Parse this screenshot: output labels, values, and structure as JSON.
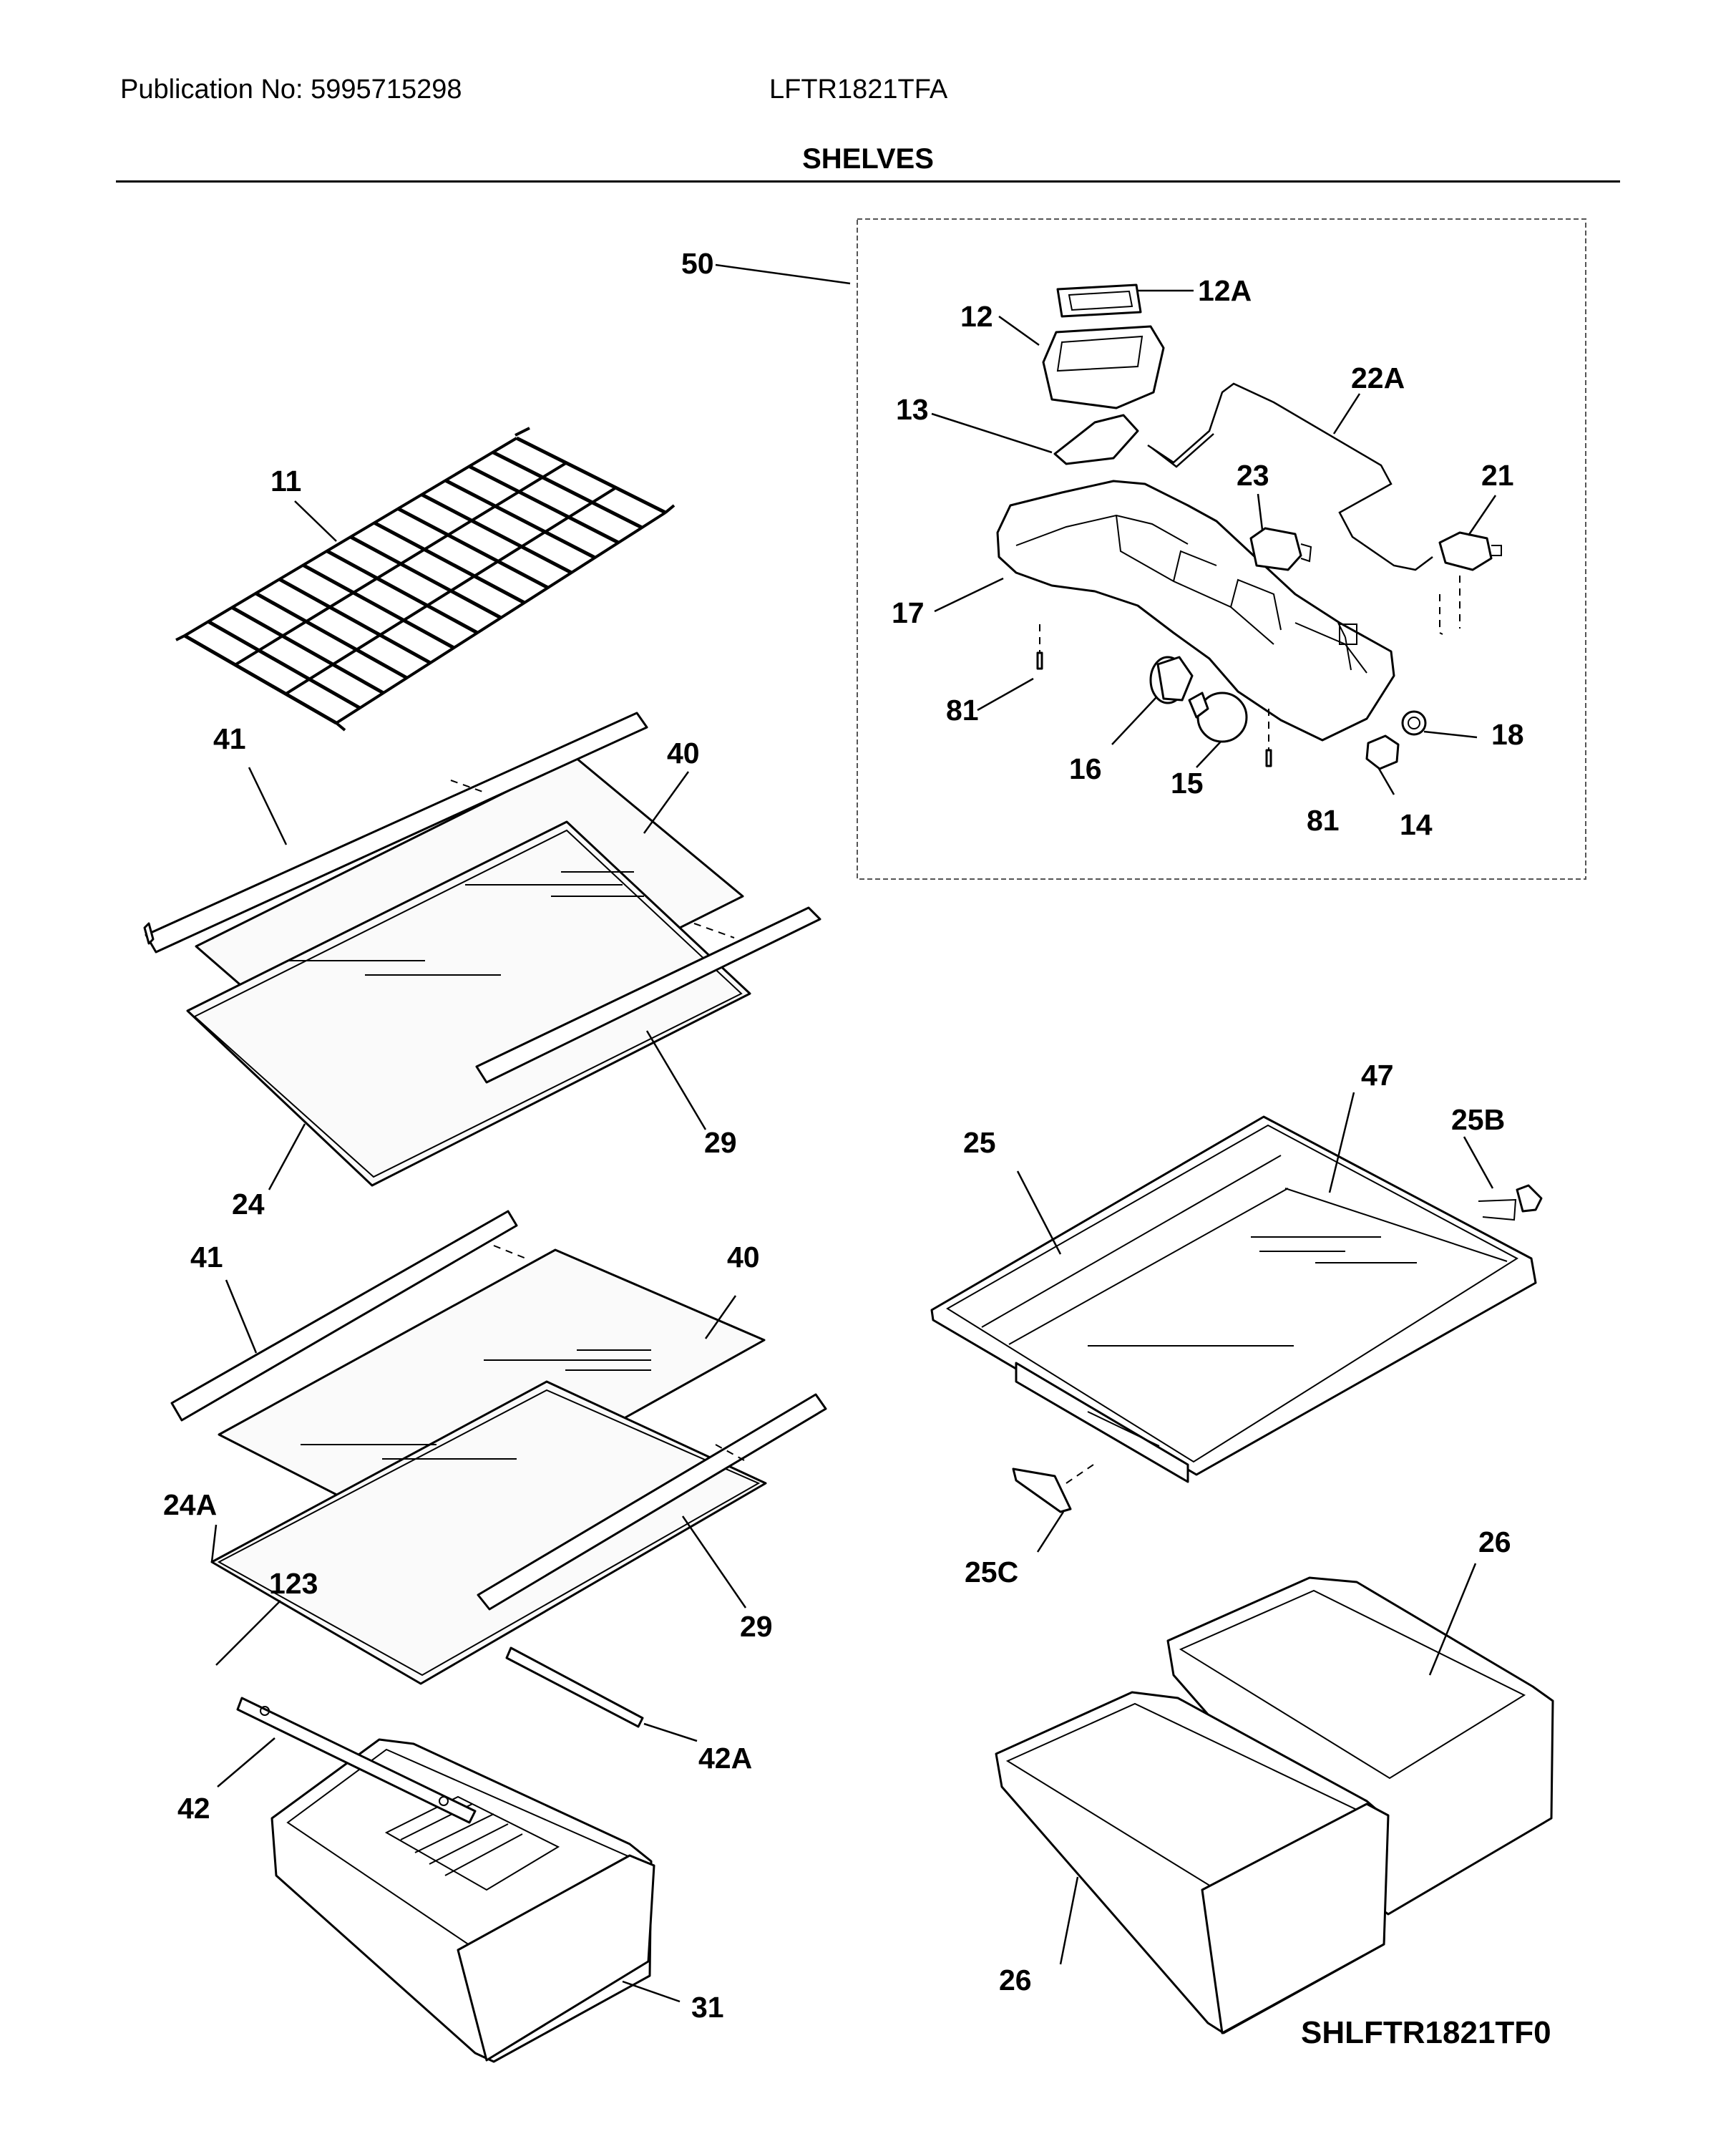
{
  "header": {
    "publication": "Publication No: 5995715298",
    "model": "LFTR1821TFA"
  },
  "title": "SHELVES",
  "diagram_code": "SHLFTR1821TF0",
  "callouts": [
    "50",
    "12A",
    "12",
    "22A",
    "13",
    "21",
    "23",
    "11",
    "17",
    "81",
    "18",
    "16",
    "15",
    "81",
    "14",
    "41",
    "40",
    "29",
    "24",
    "47",
    "25",
    "25B",
    "41",
    "40",
    "25C",
    "24A",
    "123",
    "29",
    "26",
    "42A",
    "42",
    "26",
    "31"
  ]
}
